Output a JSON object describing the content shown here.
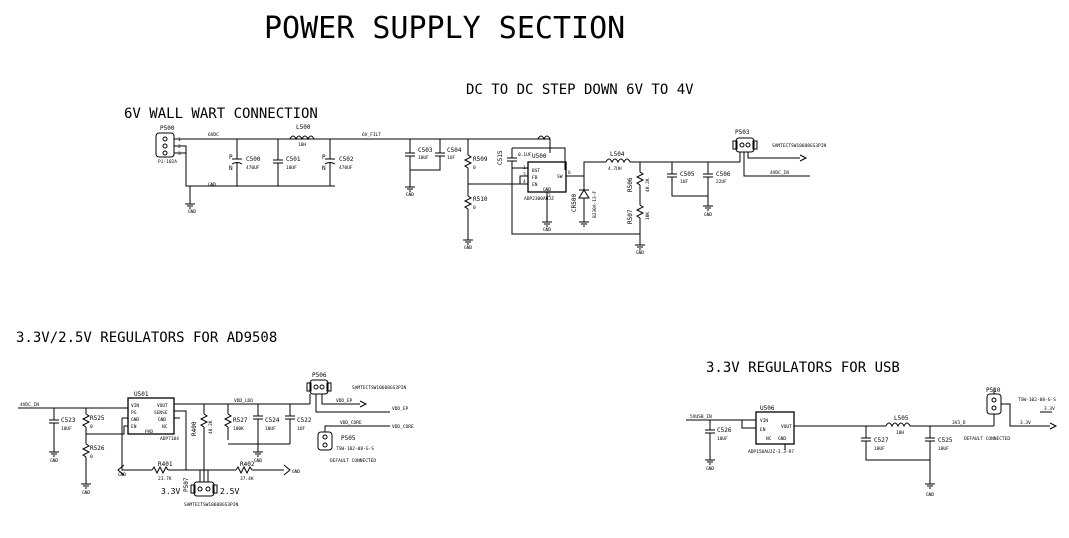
{
  "titles": {
    "main": "POWER SUPPLY SECTION",
    "dcdc": "DC TO DC STEP DOWN 6V TO 4V",
    "wallwart": "6V WALL WART CONNECTION",
    "reg_ad9508": "3.3V/2.5V REGULATORS FOR AD9508",
    "reg_usb": "3.3V REGULATORS FOR USB"
  },
  "nets": {
    "vdd6": "6VDC",
    "vin_filt": "6V_FILT",
    "v4": "4VDC_IN",
    "vdd_ep": "VDD_EP",
    "vdd_core": "VDD_CORE",
    "vdd_ldo": "VDD_LDO",
    "v33": "3V3_D",
    "v5usb": "5VUSB_IN",
    "v33b": "3.3V",
    "gnd": "GND"
  },
  "components": {
    "P500": {
      "ref": "P500",
      "value": "PJ-102A"
    },
    "C500": {
      "ref": "C500",
      "value": "470UF"
    },
    "C501": {
      "ref": "C501",
      "value": "10UF"
    },
    "C502": {
      "ref": "C502",
      "value": "470UF"
    },
    "L500": {
      "ref": "L500",
      "value": "10H"
    },
    "C503": {
      "ref": "C503",
      "value": "10UF"
    },
    "C504": {
      "ref": "C504",
      "value": "1UF"
    },
    "R509": {
      "ref": "R509",
      "value": "0"
    },
    "R510": {
      "ref": "R510",
      "value": "0"
    },
    "C515": {
      "ref": "C515",
      "value": "0.1UF"
    },
    "U500": {
      "ref": "U500",
      "value": "ADP2300AUJZ",
      "pins": [
        "BST",
        "FB",
        "EN",
        "SW",
        "GND"
      ],
      "pin_nums": [
        "1",
        "3",
        "4",
        "6",
        "2"
      ]
    },
    "D500": {
      "ref": "CR500",
      "value": "B230A-13-F"
    },
    "L504": {
      "ref": "L504",
      "value": "4.7UH"
    },
    "R506": {
      "ref": "R506",
      "value": "40.2K"
    },
    "R507": {
      "ref": "R507",
      "value": "10K"
    },
    "C505": {
      "ref": "C505",
      "value": "1UF"
    },
    "C506": {
      "ref": "C506",
      "value": "22UF"
    },
    "P503": {
      "ref": "P503",
      "value": "SAMTECTSW10608GS3PIN"
    },
    "C523": {
      "ref": "C523",
      "value": "10UF"
    },
    "R525": {
      "ref": "R525",
      "value": "0"
    },
    "R526": {
      "ref": "R526",
      "value": "0"
    },
    "U501": {
      "ref": "U501",
      "value": "ADP7104",
      "pins_left": [
        "VIN",
        "PG",
        "GND",
        "EN"
      ],
      "pins_right": [
        "VOUT",
        "SENSE",
        "GND",
        "NC"
      ],
      "pad": "PAD"
    },
    "R400": {
      "ref": "R400",
      "value": "40.2K"
    },
    "R527": {
      "ref": "R527",
      "value": "100K"
    },
    "C524": {
      "ref": "C524",
      "value": "10UF"
    },
    "C522": {
      "ref": "C522",
      "value": "1UF"
    },
    "R401": {
      "ref": "R401",
      "value": "23.7K"
    },
    "R402": {
      "ref": "R402",
      "value": "37.4K"
    },
    "P507": {
      "ref": "P507",
      "value": "SAMTECTSW10608GS3PIN",
      "left": "3.3V",
      "right": "2.5V"
    },
    "P506": {
      "ref": "P506",
      "value": "SAMTECTSW10608GS3PIN"
    },
    "P505": {
      "ref": "P505",
      "value": "TSW-102-08-G-S",
      "note": "DEFAULT CONNECTED"
    },
    "C526": {
      "ref": "C526",
      "value": "10UF"
    },
    "U506": {
      "ref": "U506",
      "value": "ADP150AUJZ-3.3-R7",
      "pins_left": [
        "VIN",
        "EN"
      ],
      "pins_right": [
        "VOUT",
        "NC",
        "GND"
      ]
    },
    "L505": {
      "ref": "L505",
      "value": "10H"
    },
    "C527": {
      "ref": "C527",
      "value": "10UF"
    },
    "C525": {
      "ref": "C525",
      "value": "10UF"
    },
    "P510": {
      "ref": "P510",
      "value": "TSW-102-08-G-S",
      "note": "DEFAULT CONNECTED"
    }
  }
}
